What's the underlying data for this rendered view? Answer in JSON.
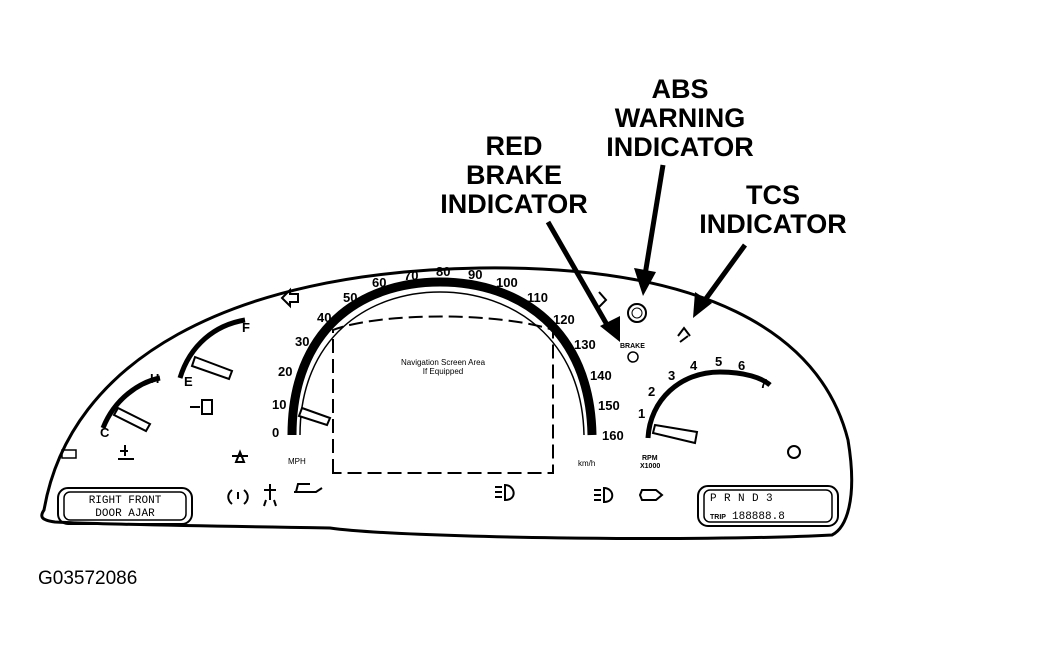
{
  "callouts": {
    "abs": [
      "ABS",
      "WARNING",
      "INDICATOR"
    ],
    "red_brake": [
      "RED",
      "BRAKE",
      "INDICATOR"
    ],
    "tcs": [
      "TCS",
      "INDICATOR"
    ]
  },
  "speedometer": {
    "ticks": [
      "0",
      "10",
      "20",
      "30",
      "40",
      "50",
      "60",
      "70",
      "80",
      "90",
      "100",
      "110",
      "120",
      "130",
      "140",
      "150",
      "160"
    ],
    "unit_mph": "MPH",
    "unit_kmh": "km/h"
  },
  "tachometer": {
    "ticks": [
      "1",
      "2",
      "3",
      "4",
      "5",
      "6",
      "7"
    ],
    "unit": [
      "RPM",
      "X1000"
    ]
  },
  "nav_area": {
    "line1": "Navigation Screen Area",
    "line2": "If Equipped"
  },
  "temp_gauge": {
    "hot": "H",
    "cold": "C"
  },
  "fuel_gauge": {
    "full": "F",
    "empty": "E"
  },
  "brake_label": "BRAKE",
  "door_message": [
    "RIGHT FRONT",
    "DOOR AJAR"
  ],
  "prndl": [
    "P",
    "R",
    "N",
    "D",
    "3"
  ],
  "odometer": {
    "trip_label": "TRIP",
    "digits": "188888.8"
  },
  "figure_id": "G03572086"
}
